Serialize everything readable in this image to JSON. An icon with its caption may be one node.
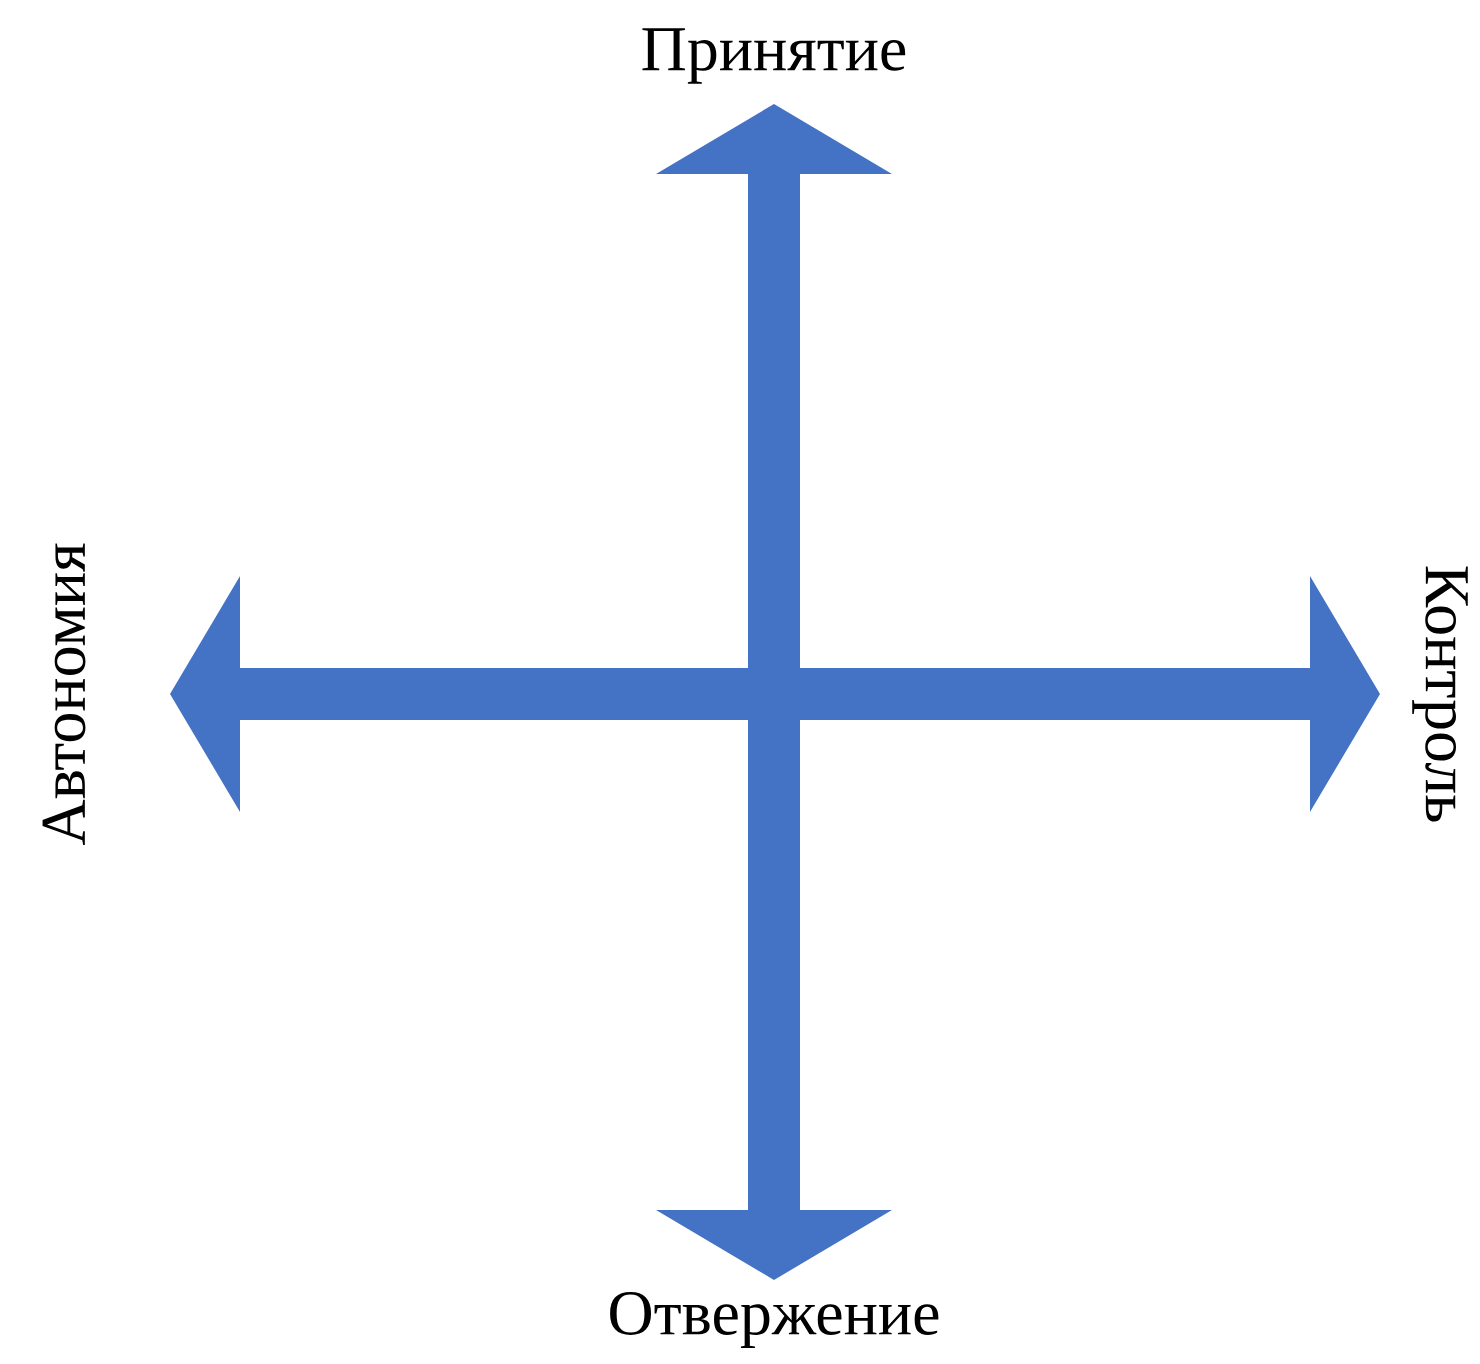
{
  "diagram": {
    "nodes": [
      {
        "text": [
          "Принятие"
        ]
      },
      {
        "text": [
          "Автономия"
        ]
      },
      {
        "text": [
          "Контроль"
        ]
      },
      {
        "text": [
          "Отвержение"
        ]
      }
    ],
    "edges": [
      {
        "from": 0,
        "to": 3,
        "arrow": "both"
      },
      {
        "from": 1,
        "to": 2,
        "arrow": "both"
      }
    ]
  }
}
